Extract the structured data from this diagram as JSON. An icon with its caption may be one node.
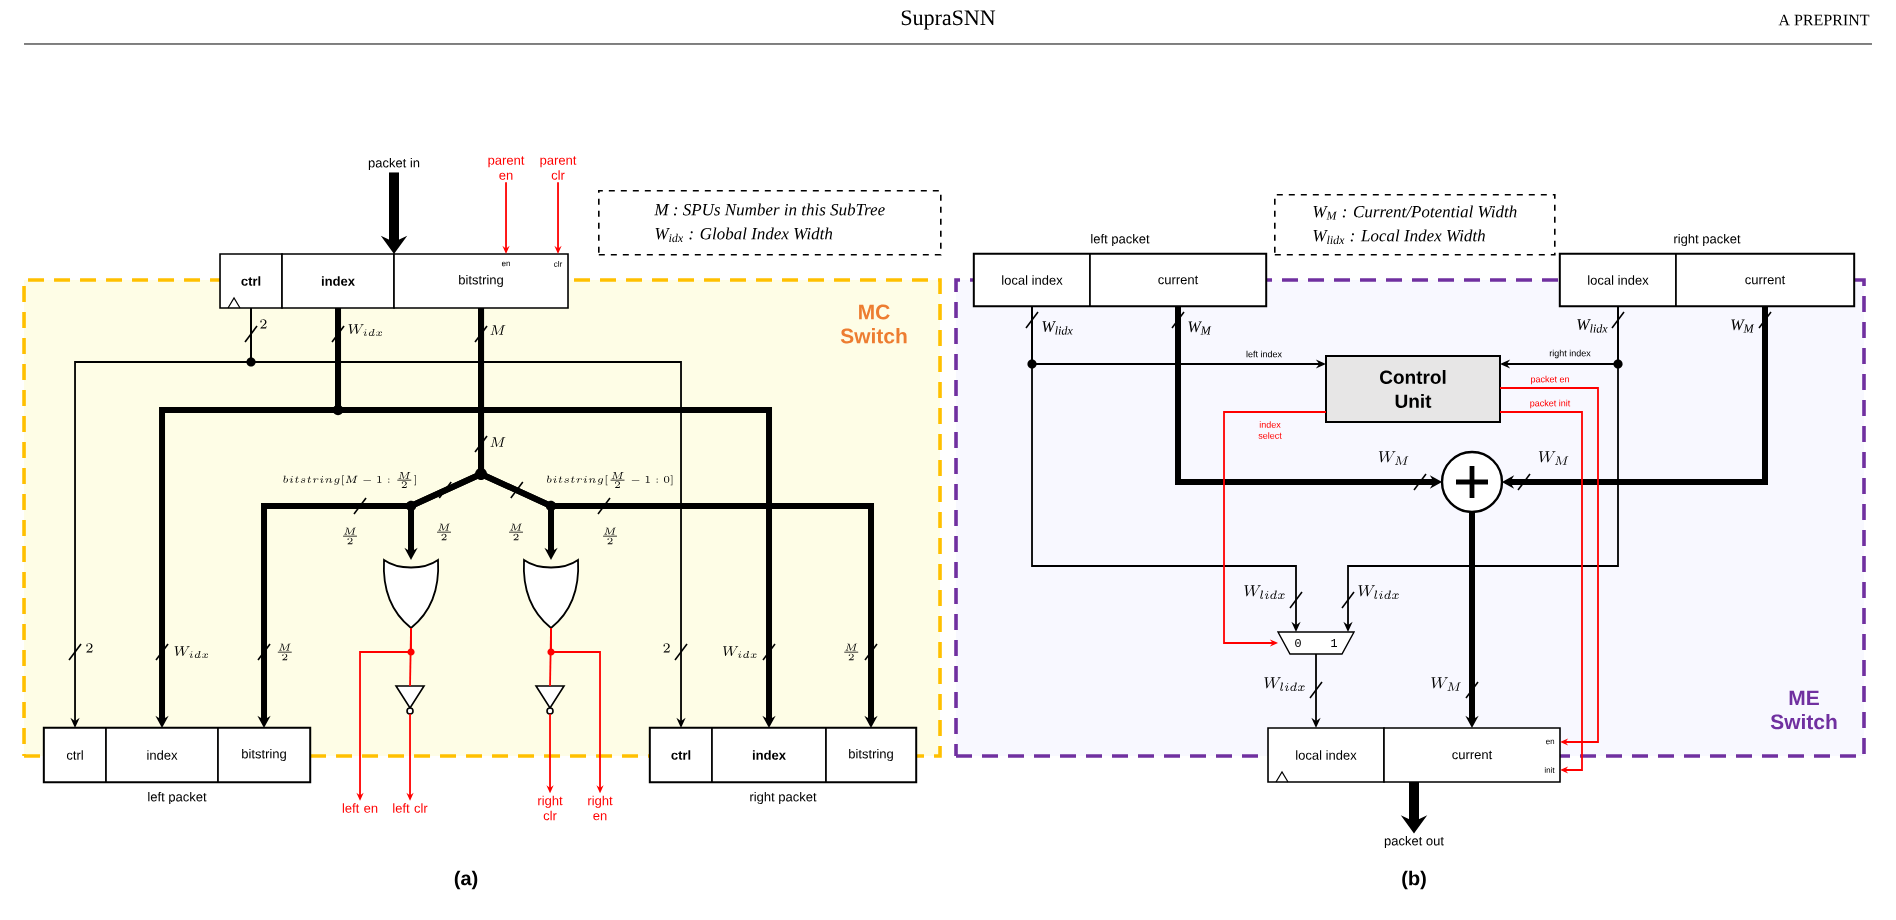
{
  "diagram": {
    "nodes": [
      {
        "text": [
          "MC Switch"
        ]
      },
      {
        "text": [
          "ctrl"
        ]
      },
      {
        "text": [
          "index"
        ]
      },
      {
        "text": [
          "en",
          "clr",
          "bitstring"
        ]
      },
      {
        "text": [
          "packet in"
        ]
      },
      {
        "text": [
          "parent en"
        ]
      },
      {
        "text": [
          "parent clr"
        ]
      },
      {
        "text": [
          "M : SPUs Number in this SubTree",
          "W$_{idx}$ : Global Index Width"
        ]
      },
      {
        "text": [],
        "shape": "gate",
        "in": 0
      },
      {
        "text": [],
        "shape": "gate",
        "in": 0
      },
      {
        "text": [],
        "shape": "triangle",
        "in": 0
      },
      {
        "text": [],
        "shape": "triangle",
        "in": 0
      },
      {
        "text": [
          "left packet"
        ]
      },
      {
        "text": [
          "ctrl"
        ],
        "in": 12
      },
      {
        "text": [
          "index"
        ],
        "in": 12
      },
      {
        "text": [
          "bitstring"
        ],
        "in": 12
      },
      {
        "text": [
          "left en"
        ]
      },
      {
        "text": [
          "left clr"
        ]
      },
      {
        "text": [
          "right clr"
        ]
      },
      {
        "text": [
          "right en"
        ]
      },
      {
        "text": [
          "right packet"
        ]
      },
      {
        "text": [
          "ctrl"
        ],
        "in": 20
      },
      {
        "text": [
          "index"
        ],
        "in": 20
      },
      {
        "text": [
          "bitstring"
        ],
        "in": 20
      },
      {
        "text": [
          "ME Switch"
        ]
      },
      {
        "text": [
          "left packet"
        ]
      },
      {
        "text": [
          "local index"
        ],
        "in": 25,
        "beside": [
          "W$_{lidx}$"
        ]
      },
      {
        "text": [
          "current"
        ],
        "in": 25,
        "beside": [
          "W$_{M}$"
        ]
      },
      {
        "text": [
          "W$_{M}$ : Current/Potential Width",
          "W$_{lidx}$ : Local Index Width"
        ]
      },
      {
        "text": [
          "right packet"
        ]
      },
      {
        "text": [
          "local index"
        ],
        "in": 29,
        "beside": [
          "W$_{lidx}$"
        ]
      },
      {
        "text": [
          "current"
        ],
        "in": 29,
        "beside": [
          "W$_{M}$"
        ]
      },
      {
        "text": [
          "Control Unit"
        ],
        "in": 24
      },
      {
        "text": [],
        "shape": "circle",
        "in": 24
      },
      {
        "text": [
          "0",
          "1"
        ],
        "in": 24
      },
      {
        "text": [
          "local index"
        ]
      },
      {
        "text": [
          "current",
          "en",
          "init"
        ]
      },
      {
        "text": [
          "packet out"
        ]
      }
    ],
    "edges": [
      {
        "from": 4,
        "to": 3,
        "arrow": "to",
        "style": "thick"
      },
      {
        "from": 5,
        "to": 3,
        "arrow": "to",
        "color": "#ff0000"
      },
      {
        "from": 6,
        "to": 3,
        "arrow": "to",
        "color": "#ff0000"
      },
      {
        "from": 1,
        "to": 13,
        "arrow": "to"
      },
      {
        "from": 1,
        "to": 21,
        "arrow": "to"
      },
      {
        "from": 2,
        "to": 14,
        "arrow": "to",
        "style": "thick"
      },
      {
        "from": 2,
        "to": 22,
        "arrow": "to",
        "style": "thick"
      },
      {
        "from": 3,
        "to": 15,
        "arrow": "to",
        "style": "thick"
      },
      {
        "from": 3,
        "to": 8,
        "arrow": "to",
        "style": "thick"
      },
      {
        "from": 3,
        "to": 23,
        "arrow": "to",
        "style": "thick"
      },
      {
        "from": 3,
        "to": 9,
        "arrow": "to",
        "style": "thick"
      },
      {
        "from": 8,
        "to": 16,
        "arrow": "to",
        "color": "#ff0000"
      },
      {
        "from": 8,
        "to": 10,
        "arrow": "none",
        "color": "#ff0000"
      },
      {
        "from": 10,
        "to": 17,
        "arrow": "to",
        "color": "#ff0000"
      },
      {
        "from": 9,
        "to": 11,
        "arrow": "none",
        "color": "#ff0000"
      },
      {
        "from": 11,
        "to": 18,
        "arrow": "to",
        "color": "#ff0000"
      },
      {
        "from": 9,
        "to": 19,
        "arrow": "to",
        "color": "#ff0000"
      },
      {
        "from": 26,
        "to": 32,
        "arrow": "to",
        "label": "left index"
      },
      {
        "from": 26,
        "to": 34,
        "arrow": "to"
      },
      {
        "from": 30,
        "to": 32,
        "arrow": "to",
        "label": "right index"
      },
      {
        "from": 30,
        "to": 34,
        "arrow": "to"
      },
      {
        "from": 27,
        "to": 33,
        "arrow": "to",
        "style": "thick"
      },
      {
        "from": 31,
        "to": 33,
        "arrow": "to",
        "style": "thick"
      },
      {
        "from": 33,
        "to": 36,
        "arrow": "to",
        "style": "thick"
      },
      {
        "from": 34,
        "to": 35,
        "arrow": "to"
      },
      {
        "from": 32,
        "to": 34,
        "arrow": "to",
        "label": "index select",
        "color": "#ff0000"
      },
      {
        "from": 32,
        "to": 36,
        "arrow": "to",
        "label": "packet en",
        "color": "#ff0000"
      },
      {
        "from": 32,
        "to": 36,
        "arrow": "to",
        "label": "packet init",
        "color": "#ff0000"
      },
      {
        "from": 36,
        "to": 37,
        "arrow": "to",
        "style": "thick"
      }
    ],
    "labels": [
      "SupraSNN",
      "A PREPRINT",
      "2",
      "W_{idx}",
      "M",
      "M",
      "bitstring[M-1:\\frac{M}{2}]",
      "bitstring[\\frac{M}{2}-1:0]",
      "\\frac{M}{2}",
      "\\frac{M}{2}",
      "\\frac{M}{2}",
      "\\frac{M}{2}",
      "2",
      "W_{idx}",
      "\\frac{M}{2}",
      "2",
      "W_{idx}",
      "\\frac{M}{2}",
      "W_M",
      "W_M",
      "W_{lidx}",
      "W_{lidx}",
      "W_{lidx}",
      "W_M",
      "(a)",
      "(b)"
    ]
  }
}
